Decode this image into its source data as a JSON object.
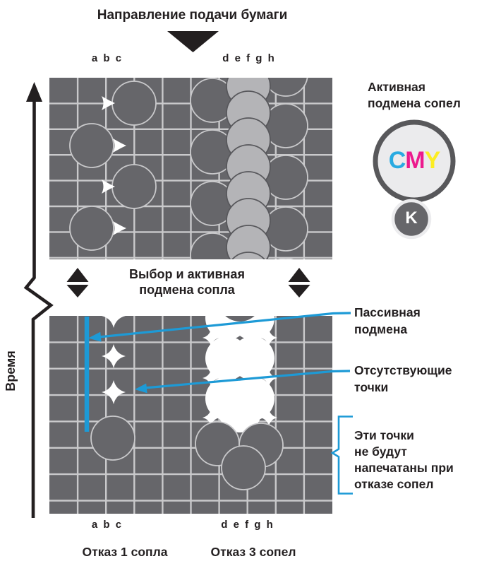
{
  "title": "Направление подачи бумаги",
  "colors": {
    "panel_gray": "#66666a",
    "grid_line": "#c9c9cb",
    "light_dot": "#b4b4b7",
    "accent_cyan": "#1d9ad6",
    "cmy_cyan": "#29aae1",
    "cmy_magenta": "#ec1a8d",
    "cmy_yellow": "#fced23",
    "text_ink": "#231f20"
  },
  "top_panel": {
    "nozzles_left": "a b c",
    "nozzles_right": "d e f g h"
  },
  "legend": {
    "heading_line1": "Активная",
    "heading_line2": "подмена сопел",
    "cmy_c": "C",
    "cmy_m": "M",
    "cmy_y": "Y",
    "k": "K"
  },
  "middle": {
    "line1": "Выбор и активная",
    "line2": "подмена сопла"
  },
  "time_axis": {
    "label": "Время"
  },
  "annotations": {
    "passive": {
      "line1": "Пассивная",
      "line2": "подмена"
    },
    "missing": {
      "line1": "Отсутствующие",
      "line2": "точки"
    },
    "bracket_note": {
      "line1": "Эти точки",
      "line2": "не будут",
      "line3": "напечатаны при",
      "line4": "отказе сопел"
    }
  },
  "bottom_panel": {
    "nozzles_left": "a b c",
    "nozzles_right": "d e f g h",
    "caption_left": "Отказ 1 сопла",
    "caption_right": "Отказ 3 сопел"
  }
}
